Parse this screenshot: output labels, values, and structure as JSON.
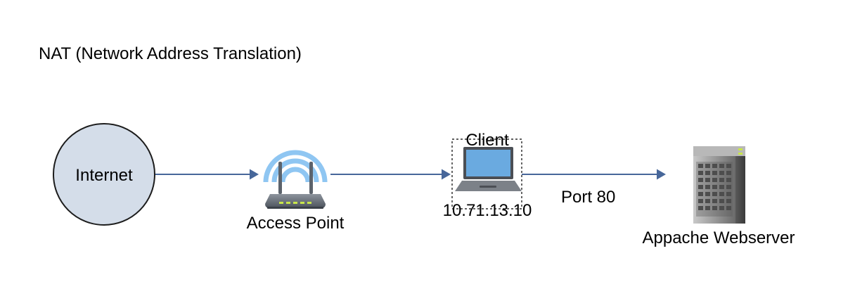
{
  "title": "NAT (Network Address Translation)",
  "nodes": {
    "internet": {
      "label": "Internet",
      "icon": "globe-circle",
      "fill": "#d4dde9",
      "stroke": "#1c1c1c"
    },
    "access_point": {
      "label": "Access Point",
      "icon": "wifi-router-icon"
    },
    "client": {
      "label": "Client",
      "ip": "10.71.13.10",
      "icon": "laptop-icon"
    },
    "webserver": {
      "label": "Appache Webserver",
      "icon": "server-icon"
    }
  },
  "edges": [
    {
      "from": "internet",
      "to": "access_point",
      "label": ""
    },
    {
      "from": "access_point",
      "to": "client",
      "label": ""
    },
    {
      "from": "client",
      "to": "webserver",
      "label": "Port 80"
    }
  ],
  "colors": {
    "edge": "#47679a",
    "wifi": "#8fc6f2",
    "laptop_screen": "#6aaae0"
  }
}
